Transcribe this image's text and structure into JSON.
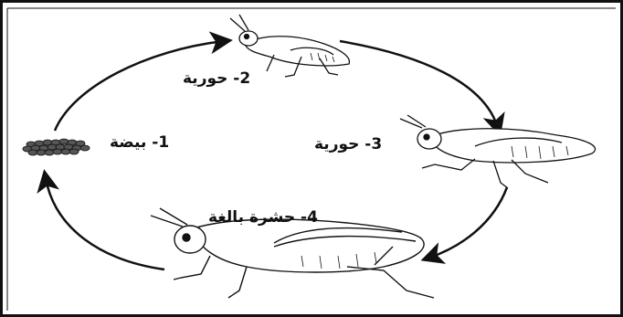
{
  "stages": [
    {
      "label": "1- بيضة"
    },
    {
      "label": "2- حورية"
    },
    {
      "label": "3- حورية"
    },
    {
      "label": "4- حشرة بالغة"
    }
  ],
  "colors": {
    "line": "#111111",
    "background": "#ffffff"
  },
  "icons": [
    "egg-cluster-icon",
    "grasshopper-nymph-small-icon",
    "grasshopper-nymph-large-icon",
    "grasshopper-adult-icon",
    "cycle-arrow-icon"
  ]
}
